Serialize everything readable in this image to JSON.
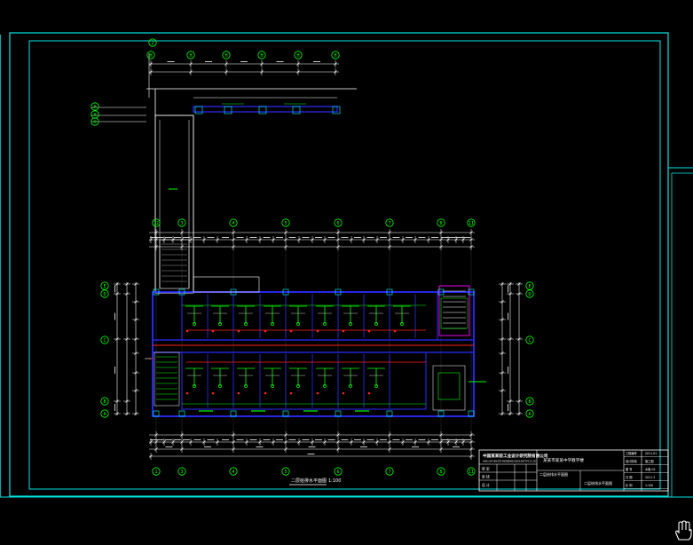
{
  "drawing": {
    "title": "二层给排水平面图",
    "scale": "1:100",
    "hidden_title": "二层给排水平面图"
  },
  "axes": {
    "top_wing": [
      "H",
      "H",
      "H",
      "H",
      "H",
      "H"
    ],
    "wing_left": [
      "H",
      "H",
      "H"
    ],
    "upper": [
      "12",
      "3",
      "4",
      "5",
      "6",
      "7",
      "8",
      "11"
    ],
    "lower": [
      "1",
      "3",
      "4",
      "5",
      "6",
      "7",
      "8",
      "11"
    ],
    "left": [
      "E",
      "D",
      "C",
      "B",
      "A"
    ],
    "right": [
      "E",
      "D",
      "C",
      "B",
      "A"
    ]
  },
  "title_block": {
    "company_cn": "中国某某轻工业设计研究院有限公司",
    "company_en": "CHINA LIGHT INDUSTRY ENGINEERING DESIGN INSTITUTE CO.,LTD",
    "project": "某某市某某中学教学楼",
    "sheet_name": "二层给排水平面图",
    "labels": [
      "审 定",
      "审 核",
      "设 计"
    ],
    "fields": [
      "工程编号",
      "设计阶段",
      "图 号",
      "日 期",
      "比 例"
    ],
    "values": [
      "2011-01",
      "施工图",
      "水施-02",
      "2011.3",
      "1:100"
    ]
  },
  "colors": {
    "frame": "#00E5E5",
    "wall": "#2B2BFF",
    "pipe_supply": "#FF2222",
    "fixture": "#00FF00",
    "dim": "#FFFFFF",
    "magenta": "#FF00FF"
  },
  "icons": {
    "cursor": "hand-cursor-icon"
  }
}
